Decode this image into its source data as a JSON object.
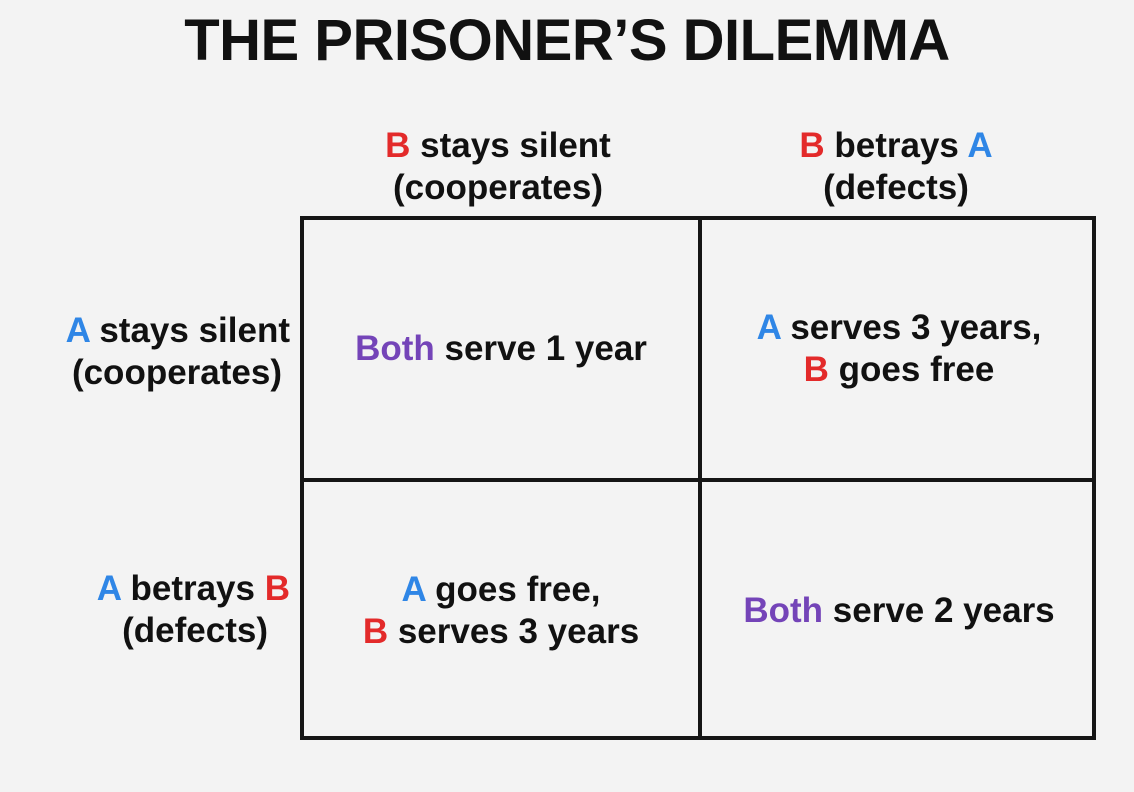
{
  "title": "THE PRISONER’S DILEMMA",
  "players": {
    "a": "A",
    "b": "B",
    "both": "Both"
  },
  "colors": {
    "player_a": "#2f86e6",
    "player_b": "#e32a2a",
    "both": "#7444b8"
  },
  "columns": [
    {
      "line1_rest": " stays silent",
      "line2": "(cooperates)"
    },
    {
      "line1_rest": " betrays ",
      "line2": "(defects)"
    }
  ],
  "rows": [
    {
      "line1_rest": " stays silent",
      "line2": "(cooperates)"
    },
    {
      "line1_rest": " betrays ",
      "line2": "(defects)"
    }
  ],
  "cells": {
    "silent_silent": {
      "rest": " serve 1 year"
    },
    "silent_betray": {
      "line1_rest": " serves 3 years,",
      "line2_rest": " goes free"
    },
    "betray_silent": {
      "line1_rest": " goes free,",
      "line2_rest": " serves 3 years"
    },
    "betray_betray": {
      "rest": " serve 2 years"
    }
  }
}
